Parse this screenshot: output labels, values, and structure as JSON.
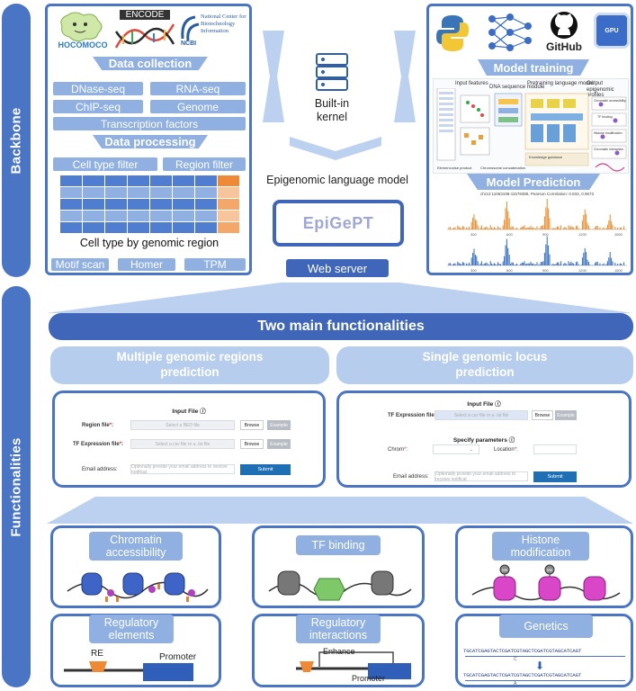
{
  "side_tabs": {
    "backbone": "Backbone",
    "functionalities": "Functionalities"
  },
  "data_panel": {
    "logos": {
      "hocomoco": "HOCOMOCO",
      "encode": "ENCODE",
      "ncbi": "NCBI",
      "ncbi_text": "National Center for Biotechnology Information"
    },
    "data_collection": "Data collection",
    "sources": [
      "DNase-seq",
      "RNA-seq",
      "ChIP-seq",
      "Genome"
    ],
    "tf": "Transcription factors",
    "data_processing": "Data processing",
    "filters": [
      "Cell type filter",
      "Region filter"
    ],
    "matrix_caption": "Cell type by genomic region",
    "tools": [
      "Motif scan",
      "Homer",
      "TPM"
    ]
  },
  "center": {
    "kernel": "Built-in kernel",
    "model": "Epigenomic language model",
    "logo": "EpiGePT",
    "web_server": "Web server"
  },
  "model_panel": {
    "logos": {
      "github": "GitHub",
      "gpu": "GPU"
    },
    "training": "Model training",
    "prediction": "Model Prediction",
    "training_fig": {
      "labels": [
        "Input features",
        "DNA sequence module",
        "Pretraining language model",
        "Output epigenomic profiles",
        "Chromatin accessibility",
        "TF binding",
        "Histone modification",
        "Chromatin interaction",
        "Knowledge guidance",
        "Element-wise product",
        "Chromosome concatenation"
      ]
    },
    "prediction_fig": {
      "title": "chr12:11063198-11578386, Pearson Correlation: 0.834, 0.9673",
      "x_ticks": [
        "300",
        "600",
        "900",
        "1200",
        "1500"
      ]
    }
  },
  "functionalities": {
    "main_title": "Two main functionalities",
    "multi_title": "Multiple genomic regions prediction",
    "single_title": "Single genomic locus prediction",
    "multi_form": {
      "input_file": "Input File",
      "region_label": "Region file",
      "region_ph": "Select a BED file",
      "tf_label": "TF Expression file",
      "tf_ph": "Select a csv file or a .txt file",
      "browse": "Browse",
      "example": "Example",
      "email_label": "Email address:",
      "email_ph": "Optionally provide your email address to receive notificat",
      "submit": "Submit"
    },
    "single_form": {
      "input_file": "Input File",
      "tf_label": "TF Expression file",
      "tf_ph": "Select a csv file or a .txt file",
      "browse": "Browse",
      "example": "Example",
      "specify": "Specify parameters",
      "chrom_label": "Chrom",
      "location_label": "Location",
      "email_label": "Email address:",
      "email_ph": "Optionally provide your email address to receive notificat",
      "submit": "Submit"
    }
  },
  "cards": {
    "chromatin": "Chromatin accessibility",
    "tf_binding": "TF binding",
    "histone": "Histone modification",
    "regulatory_elements": "Regulatory elements",
    "regulatory_interactions": "Regulatory interactions",
    "genetics": "Genetics",
    "re_label": "RE",
    "promoter": "Promoter",
    "enhancer": "Enhance",
    "promoter2": "Promoter",
    "seq1": "TGCATCGAGTACTCGATCGTAGCTCGATCGTAGCATCAGT",
    "seq2": "TGCATCGAGTACTCGATCGTAGCTCGATCGTAGCATCAGT",
    "mut1": "C",
    "mut2": "A",
    "histone_mod": "Me"
  },
  "colors": {
    "accent": "#4a74c4",
    "light": "#8fb0e0",
    "orange": "#ee8a36",
    "navy": "#1f6fb5"
  }
}
